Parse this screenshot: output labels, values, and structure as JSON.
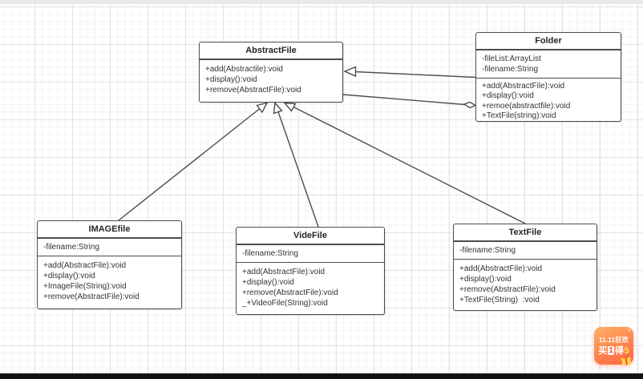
{
  "diagram": {
    "classes": [
      {
        "name": "AbstractFile",
        "attributes": [],
        "methods": [
          "+add(Abstractile):void",
          "+display():void",
          "+remove(AbstractFile):void"
        ]
      },
      {
        "name": "Folder",
        "attributes": [
          "-fileList:ArrayList",
          "-filename:String"
        ],
        "methods": [
          "+add(AbstractFile):void",
          "+display():void",
          "+remoe(abstractfile):void",
          "+TextFile(string):void"
        ]
      },
      {
        "name": "IMAGEfile",
        "attributes": [
          "-filename:String"
        ],
        "methods": [
          "+add(AbstractFile):void",
          "+display():void",
          "+ImageFile(String):void",
          "+remove(AbstractFile):void"
        ]
      },
      {
        "name": "VideFile",
        "attributes": [
          "-filename:String"
        ],
        "methods": [
          "+add(AbstractFile):void",
          "+display():void",
          "+remove(AbstractFile):void",
          "_+VideoFile(String):void"
        ]
      },
      {
        "name": "TextFile",
        "attributes": [
          "-filename:String"
        ],
        "methods": [
          "+add(AbstractFile):void",
          "+display():void",
          "+remove(AbstractFile):void",
          "+TextFile(String)  :void"
        ]
      }
    ],
    "relationships": [
      {
        "from": "Folder",
        "to": "AbstractFile",
        "type": "generalization"
      },
      {
        "from": "AbstractFile",
        "to": "Folder",
        "type": "aggregation"
      },
      {
        "from": "IMAGEfile",
        "to": "AbstractFile",
        "type": "generalization"
      },
      {
        "from": "VideFile",
        "to": "AbstractFile",
        "type": "generalization"
      },
      {
        "from": "TextFile",
        "to": "AbstractFile",
        "type": "generalization"
      }
    ],
    "edge_color": "#4d4d4d",
    "box_border_color": "#4d4d4d"
  },
  "ad_badge": {
    "line1": "11.11狂欢",
    "line2_buy": "买",
    "line2_one": "1",
    "line2_get": "得",
    "line2_five": "5",
    "close_label": "×",
    "bg_top": "#ffb066",
    "bg_bottom": "#ff6242"
  }
}
